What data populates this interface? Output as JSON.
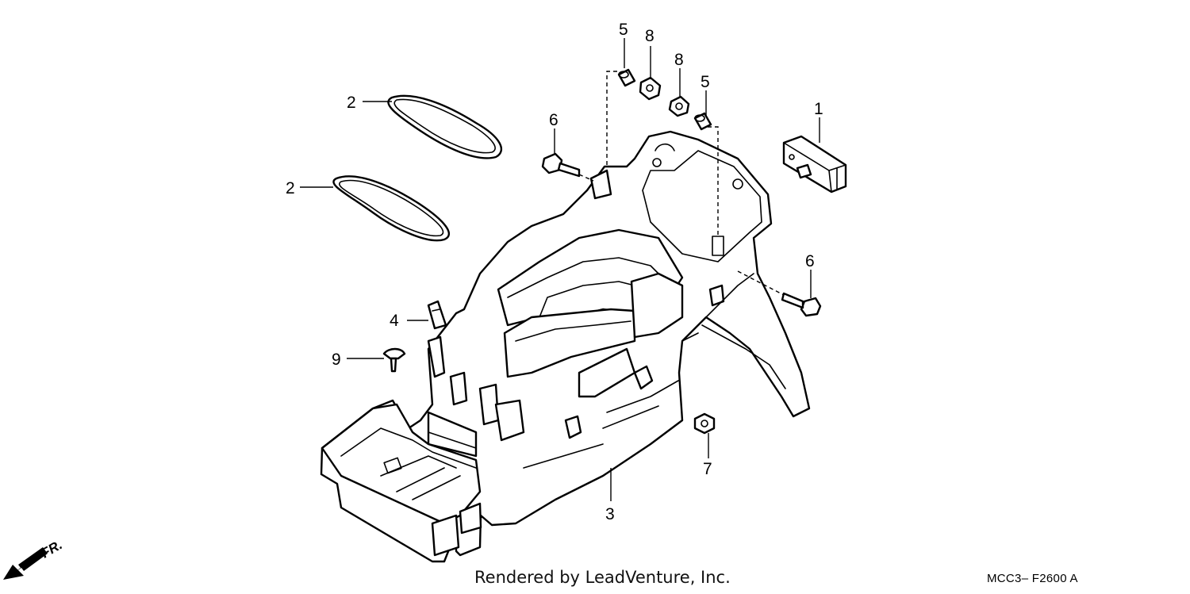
{
  "diagram": {
    "callouts": [
      "1",
      "2",
      "2",
      "3",
      "4",
      "5",
      "5",
      "6",
      "6",
      "7",
      "8",
      "8",
      "9"
    ],
    "direction_marker": "FR.",
    "credit": "Rendered by LeadVenture, Inc.",
    "diagram_code": "MCC3– F2600 A"
  },
  "colors": {
    "line": "#000000",
    "background": "#ffffff"
  }
}
